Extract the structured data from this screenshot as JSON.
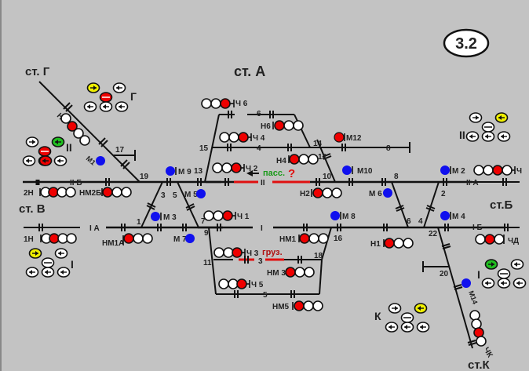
{
  "badge": "3.2",
  "stations": {
    "A": "ст. А",
    "G": "ст. Г",
    "V": "ст. В",
    "B": "ст.Б",
    "K": "ст.К"
  },
  "tracks": {
    "t6": "6",
    "t4": "4",
    "t8": "8",
    "tII": "II",
    "tI": "I",
    "t3": "3",
    "t5": "5",
    "IIB": "II Б",
    "IA": "I А",
    "IIA": "II А",
    "IB": "I Б",
    "t17": "17",
    "t20": "20"
  },
  "switches": [
    "19",
    "3",
    "5",
    "13",
    "15",
    "1",
    "9",
    "7",
    "11",
    "14",
    "12",
    "10",
    "8",
    "2",
    "6",
    "4",
    "22",
    "16",
    "18"
  ],
  "signals": {
    "Ch6": "Ч 6",
    "N6": "Н6",
    "Ch4": "Ч 4",
    "N4": "Н4",
    "Ch2": "Ч 2",
    "N2": "Н2",
    "Ch1": "Ч 1",
    "NM1": "НМ1",
    "Ch3": "Ч 3",
    "NM3": "НМ 3",
    "Ch5": "Ч 5",
    "NM5": "НМ5",
    "H1": "Н1",
    "Ch": "Ч",
    "ChD": "ЧД",
    "NG": "НГ",
    "N2H": "2Н",
    "N1H": "1Н",
    "NM2B": "НМ2Б",
    "NM1A": "НМ1А",
    "ChK": "ЧК",
    "M1": "М1",
    "M2": "М 2",
    "M3": "М 3",
    "M4": "М 4",
    "M5": "М 5",
    "M6": "М 6",
    "M7": "М 7",
    "M8": "М 8",
    "M9": "М 9",
    "M10": "М10",
    "M12": "М12",
    "M14": "М14"
  },
  "annotations": {
    "pass": "пасс.",
    "pass_q": "?",
    "gruz": "груз."
  },
  "panels": {
    "G": "Г",
    "II_left": "II",
    "I_left": "I",
    "II_right": "II",
    "I_right": "I",
    "K": "К"
  },
  "colors": {
    "background": "#c3c3c3",
    "track": "#111111",
    "route_red": "#e01010",
    "lamp_red": "#ee0000",
    "lamp_blue": "#1010ee",
    "lamp_yellow": "#f0f000",
    "lamp_green": "#20c020",
    "pass_text": "#1a9a1a",
    "gruz_text": "#b01010"
  }
}
